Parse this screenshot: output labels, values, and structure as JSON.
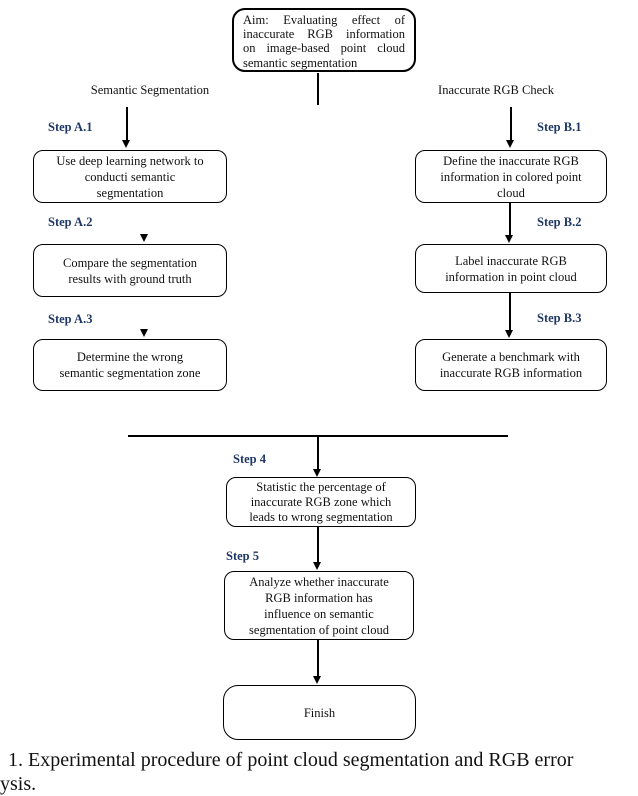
{
  "diagram": {
    "aim": {
      "lines": [
        "Aim: Evaluating effect of",
        "inaccurate RGB information",
        "on image-based point cloud",
        "semantic segmentation"
      ]
    },
    "left_branch": {
      "heading": "Semantic Segmentation",
      "steps": [
        {
          "label": "Step A.1",
          "text": "Use deep learning network to\nconducti semantic\nsegmentation"
        },
        {
          "label": "Step A.2",
          "text": "Compare the segmentation\nresults with ground truth"
        },
        {
          "label": "Step A.3",
          "text": "Determine the wrong\nsemantic segmentation  zone"
        }
      ]
    },
    "right_branch": {
      "heading": "Inaccurate RGB Check",
      "steps": [
        {
          "label": "Step B.1",
          "text": "Define the inaccurate RGB\ninformation in colored point\ncloud"
        },
        {
          "label": "Step B.2",
          "text": "Label inaccurate RGB\ninformation in point cloud"
        },
        {
          "label": "Step B.3",
          "text": "Generate a benchmark with\ninaccurate RGB information"
        }
      ]
    },
    "merged_steps": [
      {
        "label": "Step 4",
        "text": "Statistic the percentage of\ninaccurate RGB zone which\nleads to wrong segmentation"
      },
      {
        "label": "Step 5",
        "text": "Analyze whether inaccurate\nRGB information has\ninfluence on semantic\nsegmentation of point cloud"
      }
    ],
    "finish": {
      "label": "Finish"
    },
    "colors": {
      "step_label": "#1f3864",
      "line": "#000000",
      "background": "#ffffff"
    }
  },
  "caption": {
    "line1": "1.   Experimental procedure of point cloud segmentation and RGB error",
    "line2": "ysis."
  }
}
